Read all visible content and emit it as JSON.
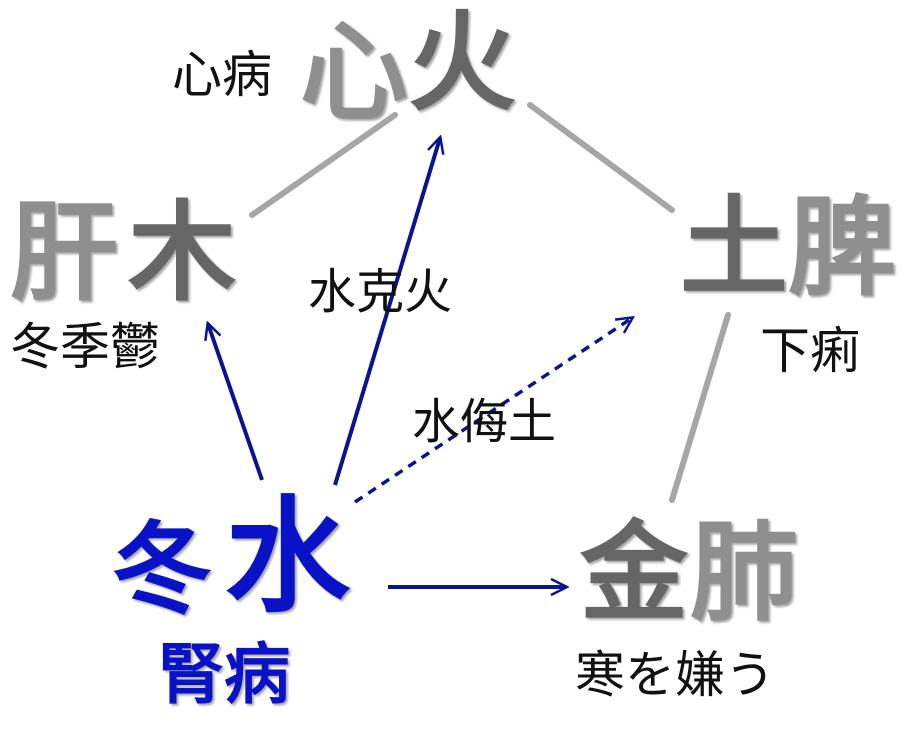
{
  "nodes": {
    "fire": {
      "organ": "心",
      "element": "火",
      "note": "心病"
    },
    "wood": {
      "organ": "肝",
      "element": "木",
      "note": "冬季鬱"
    },
    "earth": {
      "organ": "脾",
      "element": "土",
      "note": "下痢"
    },
    "water": {
      "season": "冬",
      "element": "水",
      "note": "腎病"
    },
    "metal": {
      "organ": "肺",
      "element": "金",
      "note": "寒を嫌う"
    }
  },
  "relations": {
    "water_overcomes_fire": "水克火",
    "water_insults_earth": "水侮土"
  },
  "colors": {
    "cycle_line": "#a6a6a6",
    "arrow": "#0a1490",
    "water_text": "#0a12c8",
    "node_text_light": "#8f8f8f",
    "node_text_dark": "#666666",
    "note_text": "#111111"
  }
}
